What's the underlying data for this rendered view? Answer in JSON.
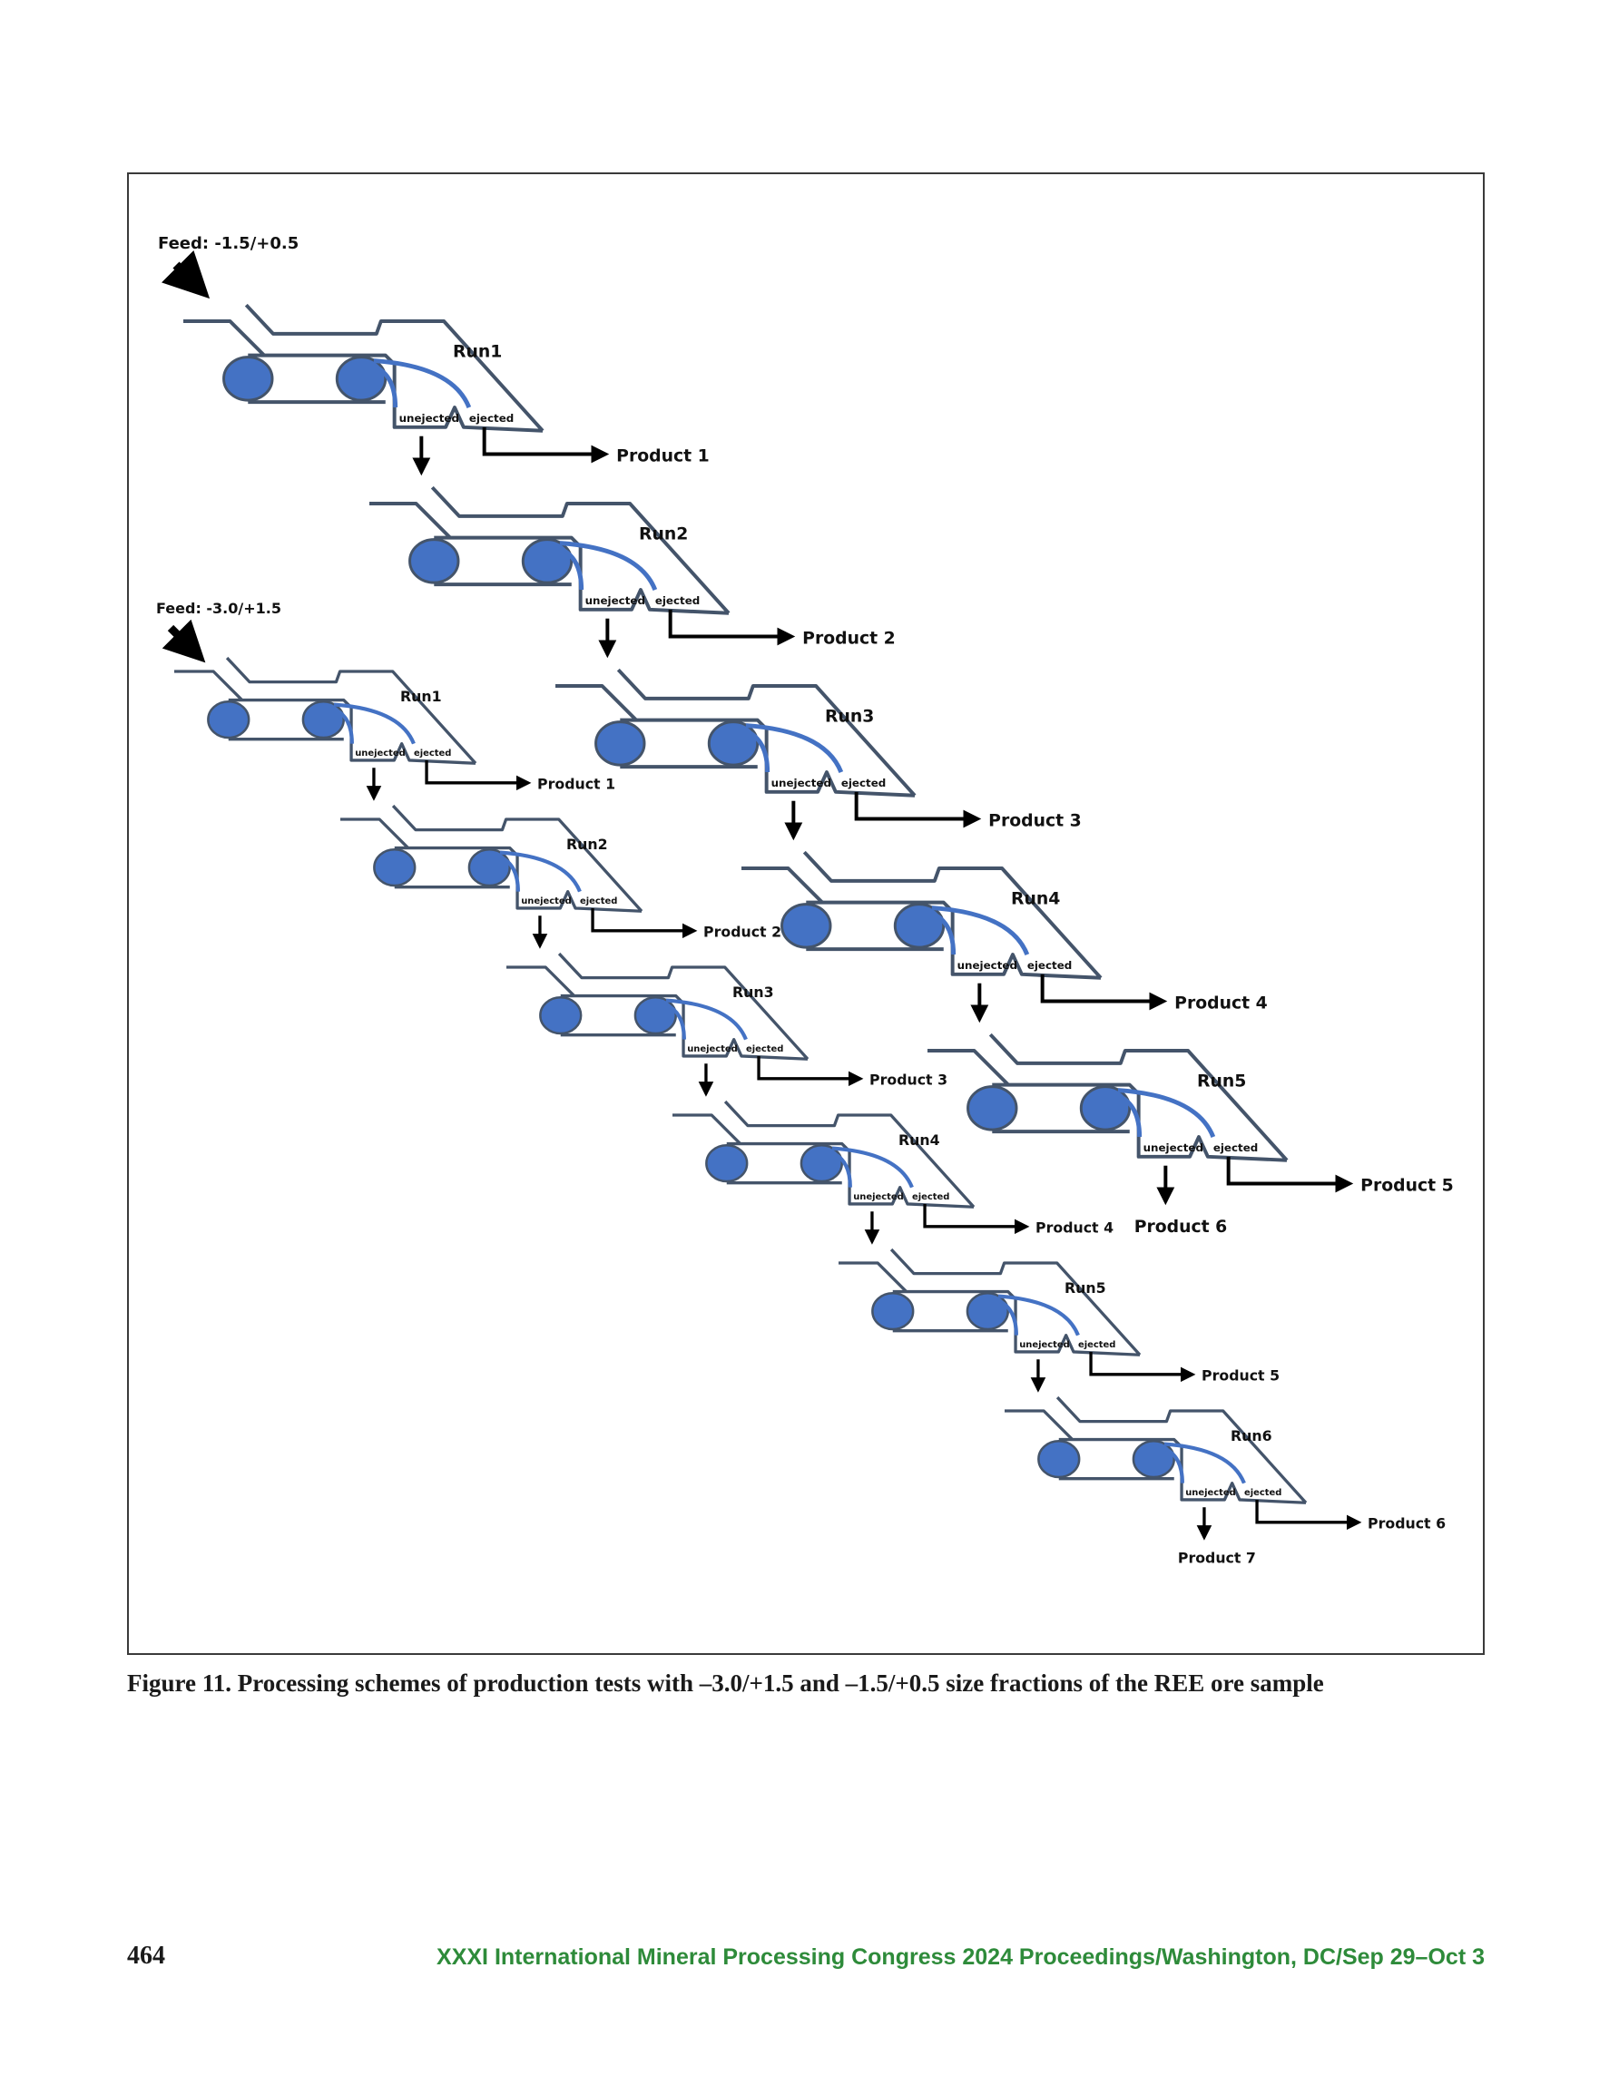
{
  "figure": {
    "caption": "Figure 11.  Processing schemes of production tests with –3.0/+1.5 and –1.5/+0.5 size fractions of the REE ore sample",
    "scheme_a": {
      "feed_label": "Feed: -1.5/+0.5",
      "runs": [
        {
          "run": "Run1",
          "product": "Product 1"
        },
        {
          "run": "Run2",
          "product": "Product 2"
        },
        {
          "run": "Run3",
          "product": "Product 3"
        },
        {
          "run": "Run4",
          "product": "Product 4"
        },
        {
          "run": "Run5",
          "product": "Product 5"
        }
      ],
      "final_product": "Product 6"
    },
    "scheme_b": {
      "feed_label": "Feed: -3.0/+1.5",
      "runs": [
        {
          "run": "Run1",
          "product": "Product 1"
        },
        {
          "run": "Run2",
          "product": "Product 2"
        },
        {
          "run": "Run3",
          "product": "Product 3"
        },
        {
          "run": "Run4",
          "product": "Product 4"
        },
        {
          "run": "Run5",
          "product": "Product 5"
        },
        {
          "run": "Run6",
          "product": "Product 6"
        }
      ],
      "final_product": "Product 7"
    },
    "unejected_label": "unejected",
    "ejected_label": "ejected",
    "colors": {
      "frame": "#44546a",
      "roller": "#4472c4",
      "deflector": "#4472c4"
    }
  },
  "footer": {
    "page_number": "464",
    "running_title": "XXXI International Mineral Processing Congress 2024 Proceedings/Washington, DC/Sep 29–Oct 3"
  }
}
